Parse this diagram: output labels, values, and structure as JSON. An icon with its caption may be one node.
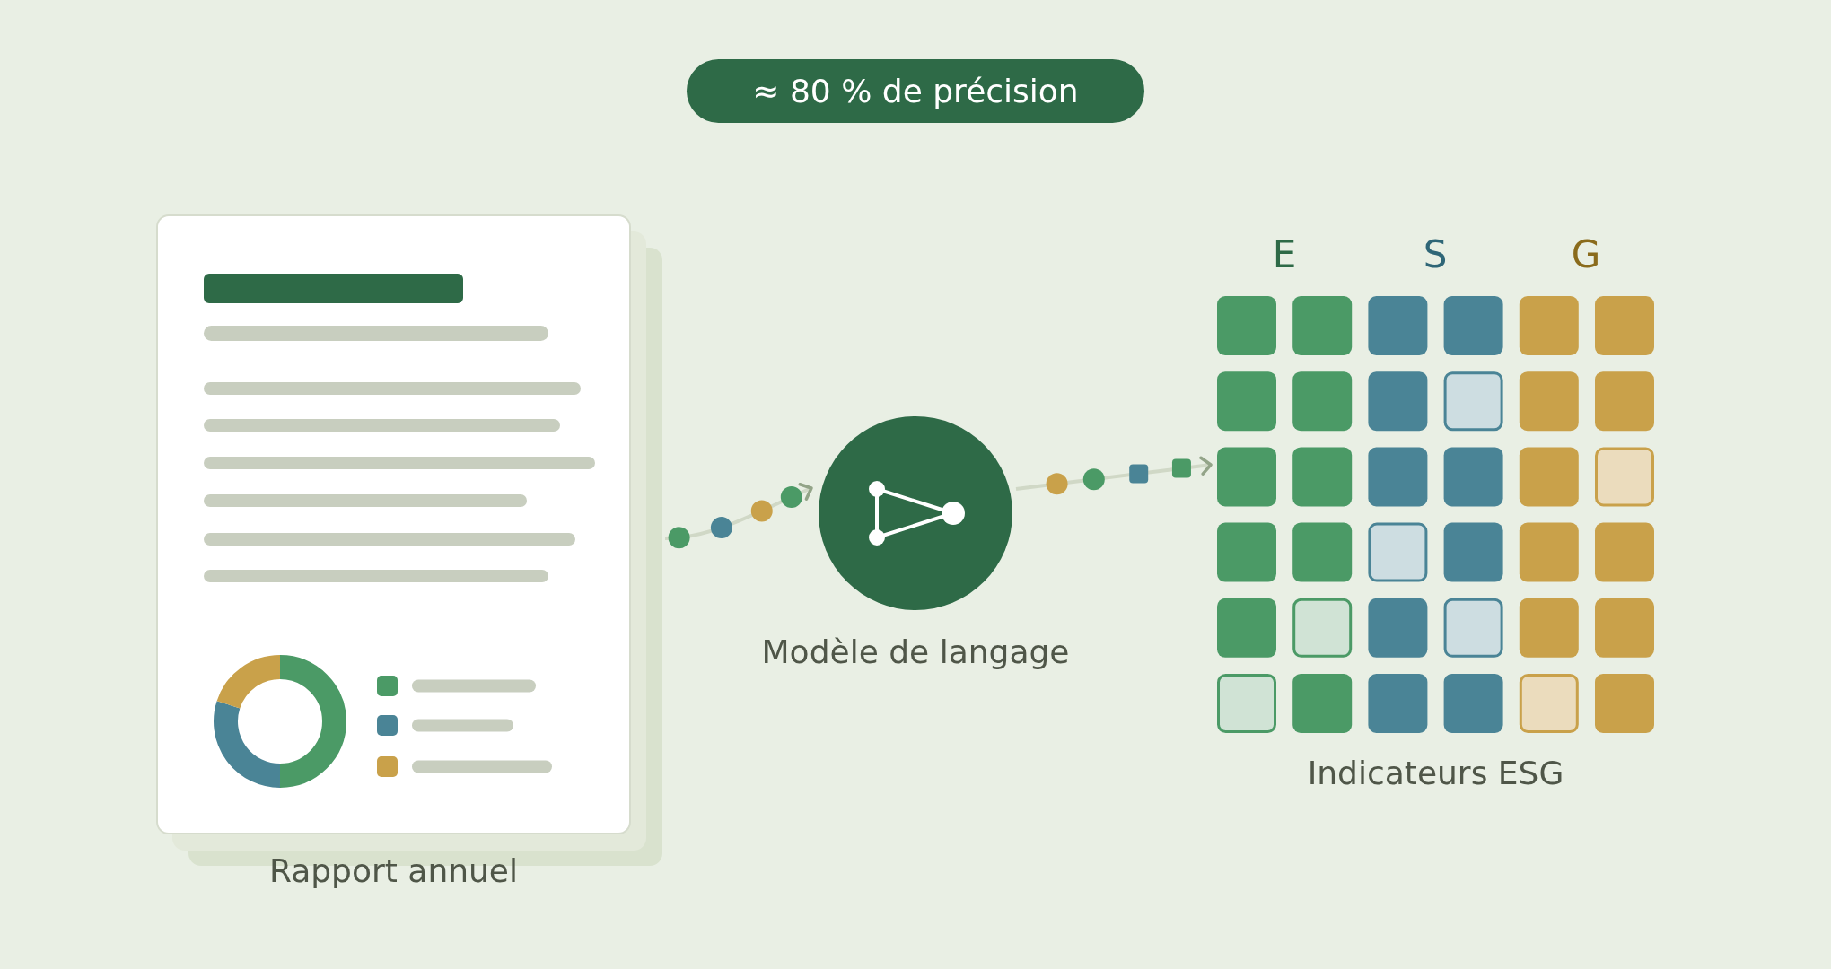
{
  "diagram": {
    "nodes": [
      {
        "text": [
          "≈ 80 % de précision"
        ]
      },
      {
        "text": [
          "Rapport annuel"
        ]
      },
      {
        "text": [
          "Modèle de langage"
        ]
      },
      {
        "text": [
          "E",
          "S",
          "G",
          "Indicateurs ESG"
        ]
      }
    ],
    "edges": [
      {
        "from": 1,
        "to": 2,
        "arrow": "to"
      },
      {
        "from": 2,
        "to": 3,
        "arrow": "to"
      }
    ]
  }
}
